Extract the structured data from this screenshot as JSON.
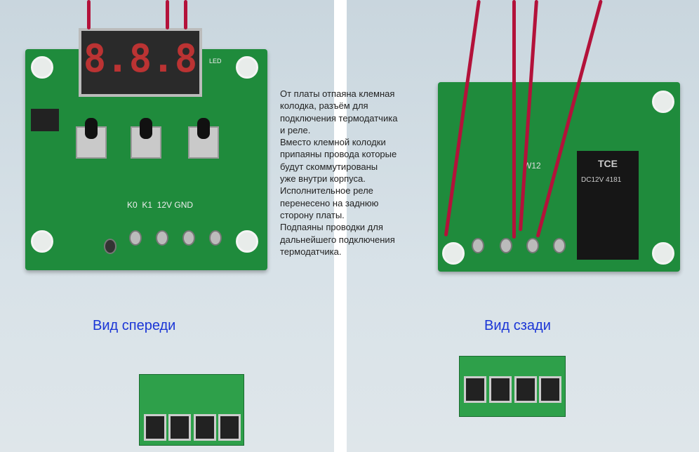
{
  "captions": {
    "front": "Вид спереди",
    "back": "Вид сзади"
  },
  "note": "От платы отпаяна клемная\nколодка, разъём для\nподключения термодатчика\nи реле.\nВместо клемной колодки\nприпаяны провода которые\n будут скоммутированы\nуже внутри корпуса.\nИсполнительное реле\nперенесено на заднюю\nсторону платы.\nПодпаяны проводки для\nдальнейшего подключения\nтермодатчика.",
  "front_board": {
    "display": "8.8.8",
    "silkscreen": "K0  K1  12V GND",
    "led_label": "LED"
  },
  "back_board": {
    "relay_brand": "TCE",
    "relay_rating": "DC12V 4181",
    "board_label": "W12"
  }
}
